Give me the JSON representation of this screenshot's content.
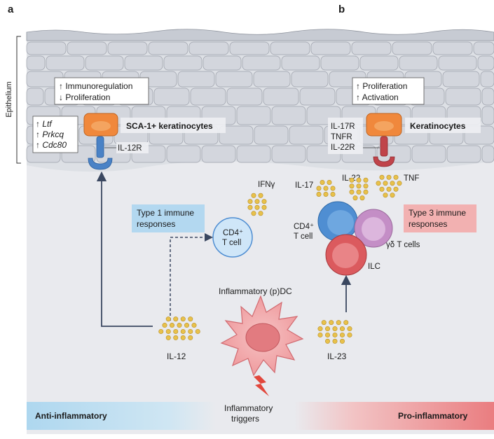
{
  "panels": {
    "a": "a",
    "b": "b"
  },
  "epithelium_label": "Epithelium",
  "colors": {
    "background": "#e9eaee",
    "cell_fill": "#d3d6dd",
    "cell_stroke": "#9ca0aa",
    "keratinocyte_orange": "#f0883c",
    "il12r_blue": "#4a82c6",
    "il22r_red": "#c0444a",
    "cytokine_dot": "#e8c14a",
    "arrow": "#3a4760",
    "type1_box": "#b3d8f0",
    "type3_box": "#f2b1b1",
    "anti_band": "#aed7ef",
    "pro_band": "#ea7d80",
    "cd4_cell": "#4f8ed2",
    "gd_cell": "#c48ec6",
    "ilc_cell": "#db5a5e",
    "dc_cell": "#ef9c9f"
  },
  "left_panel": {
    "outcome_lines": [
      "↑ Immunoregulation",
      "↓ Proliferation"
    ],
    "genes": [
      {
        "arrow": "↑ ",
        "name": "Ltf"
      },
      {
        "arrow": "↑ ",
        "name": "Prkcq"
      },
      {
        "arrow": "↑ ",
        "name": "Cdc80"
      }
    ],
    "cell_label": "SCA-1+ keratinocytes",
    "receptor": "IL-12R",
    "cytokine_ifng": "IFNγ",
    "cytokine_il12": "IL-12",
    "immune_box": [
      "Type 1 immune",
      "responses"
    ],
    "t_cell": [
      "CD4⁺",
      "T cell"
    ]
  },
  "right_panel": {
    "outcome_lines": [
      "↑ Proliferation",
      "↑ Activation"
    ],
    "receptors": [
      "IL-17R",
      "TNFR",
      "IL-22R"
    ],
    "cell_label": "Keratinocytes",
    "cytokines": {
      "il17": "IL-17",
      "il22": "IL-22",
      "tnf": "TNF",
      "il23": "IL-23"
    },
    "immune_box": [
      "Type 3 immune",
      "responses"
    ],
    "cd4": [
      "CD4⁺",
      "T cell"
    ],
    "gd": "γδ T cells",
    "ilc": "ILC"
  },
  "center": {
    "dc_label": "Inflammatory (p)DC",
    "triggers": [
      "Inflammatory",
      "triggers"
    ]
  },
  "bands": {
    "anti": "Anti-inflammatory",
    "pro": "Pro-inflammatory"
  }
}
